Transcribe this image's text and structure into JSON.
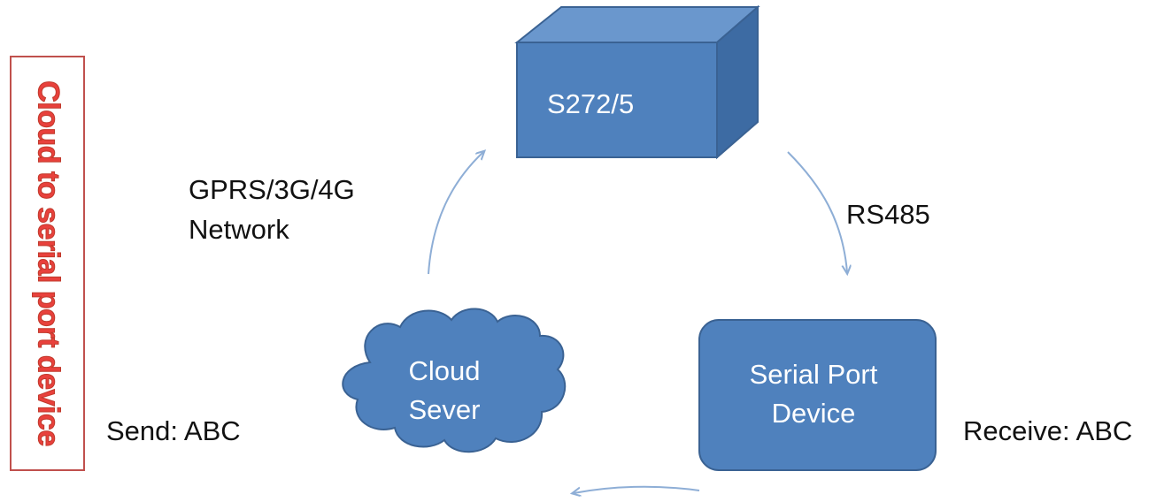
{
  "title": "Cloud to serial port device",
  "nodes": {
    "device": {
      "label": "S272/5"
    },
    "cloud": {
      "line1": "Cloud",
      "line2": "Sever"
    },
    "serial": {
      "line1": "Serial Port",
      "line2": "Device"
    }
  },
  "edges": {
    "network": {
      "line1": "GPRS/3G/4G",
      "line2": "Network"
    },
    "rs485": {
      "label": "RS485"
    }
  },
  "send": {
    "label": "Send: ABC"
  },
  "receive": {
    "label": "Receive: ABC"
  },
  "colors": {
    "box_front": "#4f81bd",
    "box_top": "#6a97cd",
    "box_side": "#3d6ba3",
    "box_border": "#3a6293",
    "arrow": "#8eaed6",
    "title_red": "#e8413c",
    "title_border": "#c0504d"
  }
}
